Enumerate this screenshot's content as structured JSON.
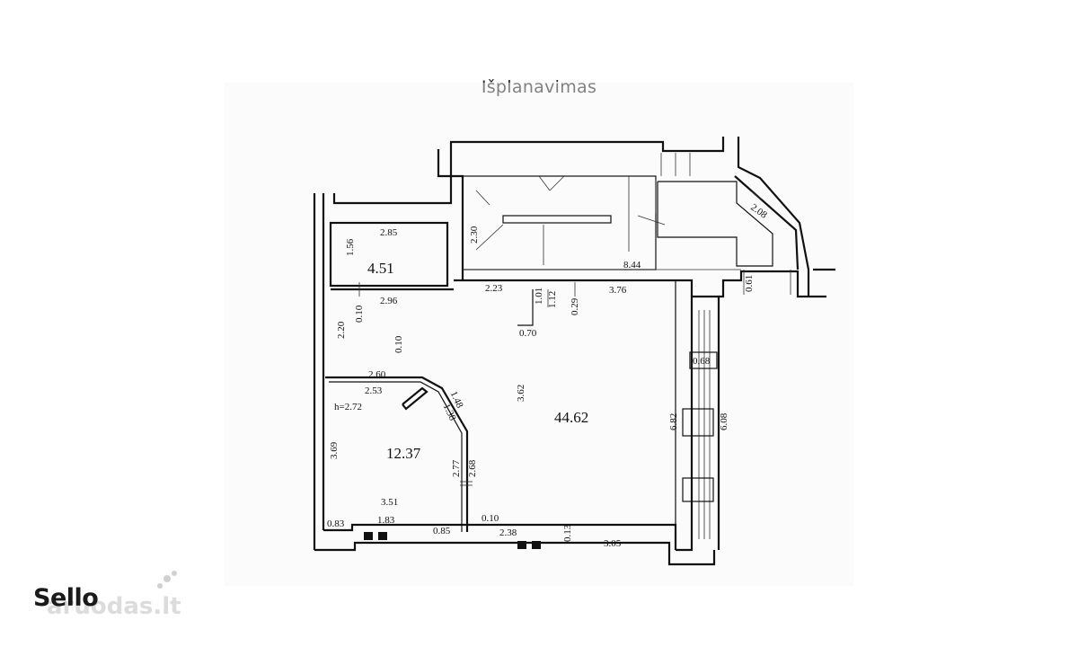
{
  "title": "Išplanavimas",
  "brand": {
    "name": "Sello",
    "watermark": "aruodas.lt"
  },
  "rooms": [
    {
      "id": "room-small",
      "area": "4.51"
    },
    {
      "id": "room-main",
      "area": "44.62"
    },
    {
      "id": "room-office",
      "area": "12.37"
    }
  ],
  "room_height": "h=2.72",
  "dimensions": [
    "2.85",
    "1.56",
    "2.96",
    "0.10",
    "2.20",
    "2.23",
    "1.01",
    "1.12",
    "0.29",
    "3.76",
    "0.70",
    "0.10",
    "2.30",
    "8.44",
    "2.08",
    "0.61",
    "0.68",
    "2.60",
    "2.53",
    "1.48",
    "1.38",
    "3.62",
    "6.82",
    "6.08",
    "3.69",
    "2.77",
    "2.68",
    "3.51",
    "0.83",
    "1.83",
    "0.85",
    "0.10",
    "2.38",
    "0.13",
    "3.05"
  ],
  "colors": {
    "line": "#111111",
    "background": "#ffffff"
  }
}
